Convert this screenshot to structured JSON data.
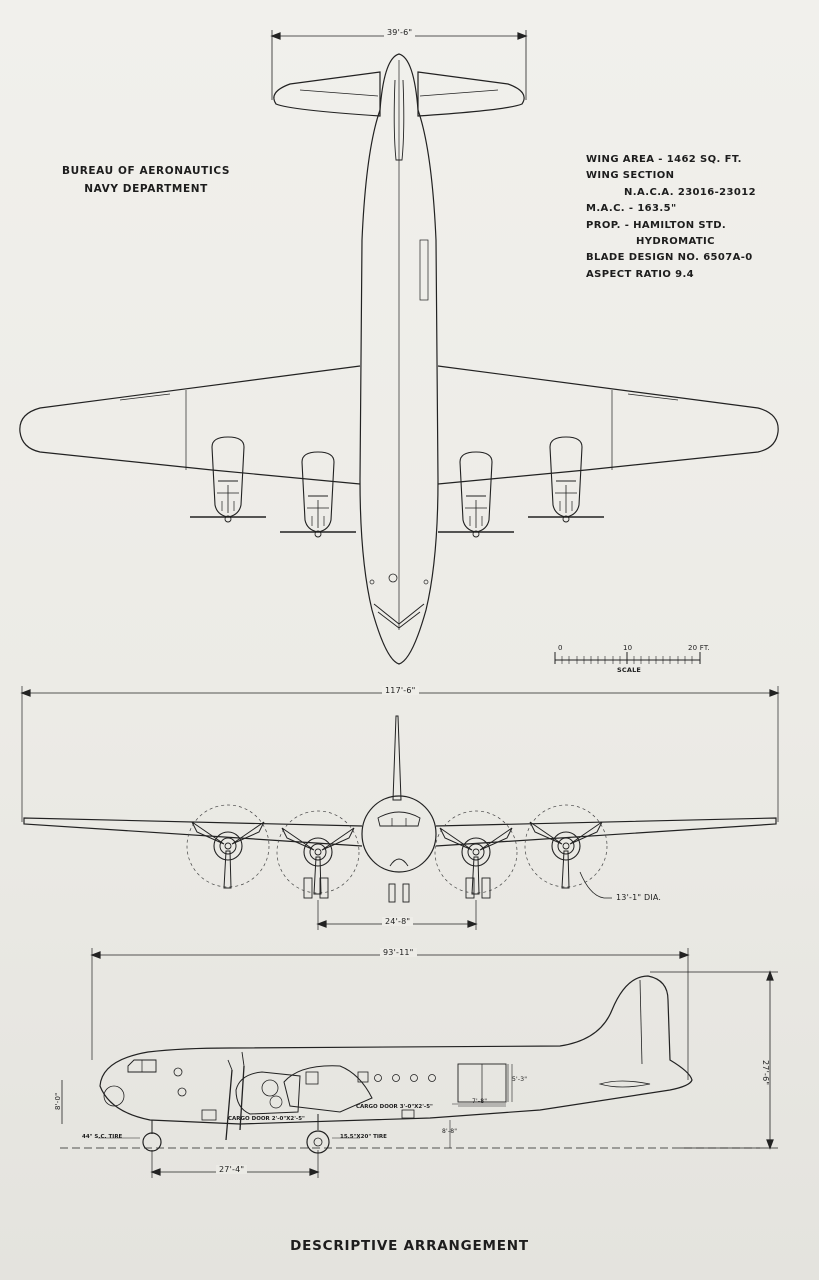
{
  "bureau": {
    "line1": "BUREAU OF AERONAUTICS",
    "line2": "NAVY DEPARTMENT"
  },
  "specs": {
    "wing_area": "WING AREA - 1462 SQ. FT.",
    "wing_section": "WING SECTION",
    "naca": "N.A.C.A. 23016-23012",
    "mac": "M.A.C. - 163.5\"",
    "prop": "PROP. - HAMILTON STD.",
    "hydromatic": "HYDROMATIC",
    "blade": "BLADE DESIGN NO. 6507A-0",
    "aspect": "ASPECT RATIO 9.4"
  },
  "scale": {
    "t0": "0",
    "t10": "10",
    "t20": "20 FT.",
    "label": "SCALE"
  },
  "dimensions": {
    "tail_span": "39'-6\"",
    "wing_span": "117'-6\"",
    "tread": "24'-8\"",
    "prop_dia": "13'-1\" DIA.",
    "length": "93'-11\"",
    "height": "27'-6\"",
    "wheelbase": "27'-4\"",
    "ground_line": "8'-8\"",
    "nose_height": "8'-0\"",
    "door_h": "5'-3\"",
    "door_w": "7'-8\""
  },
  "side_notes": {
    "nose_tire": "44\" S.C. TIRE",
    "main_tire": "15.5\"X20\" TIRE",
    "cargo_door_1": "CARGO DOOR 2'-0\"X2'-5\"",
    "cargo_door_2": "CARGO DOOR 3'-0\"X2'-5\""
  },
  "caption": "DESCRIPTIVE ARRANGEMENT"
}
